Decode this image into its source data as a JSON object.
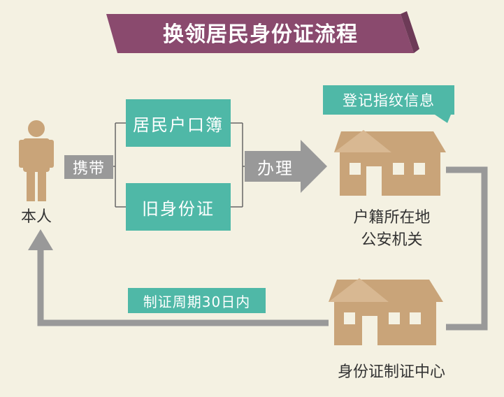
{
  "title": "换领居民身份证流程",
  "person_label": "本人",
  "carry_label": "携带",
  "documents": [
    "居民户口簿",
    "旧身份证"
  ],
  "process_label": "办理",
  "fingerprint_label": "登记指纹信息",
  "police_office_label": [
    "户籍所在地",
    "公安机关"
  ],
  "period_label": "制证周期30日内",
  "center_label": "身份证制证中心",
  "icons": [
    "person-icon",
    "house-icon"
  ],
  "colors": {
    "background": "#f4f1e2",
    "title_banner": "#8a4a6e",
    "teal": "#4fb8a7",
    "tan": "#c9a479",
    "gray": "#999999"
  }
}
